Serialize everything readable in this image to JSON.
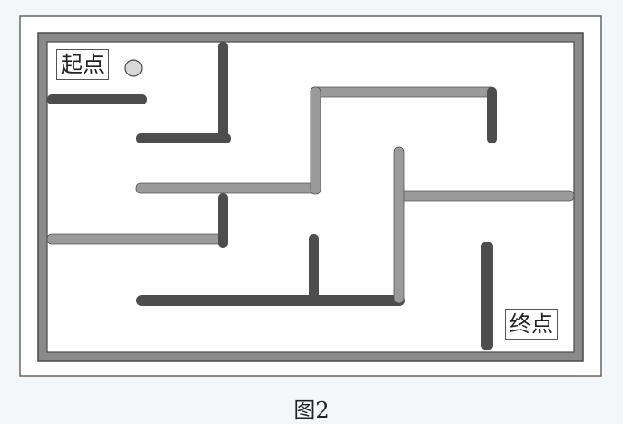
{
  "maze": {
    "start_label": "起点",
    "end_label": "终点"
  },
  "figure": {
    "caption": "图2"
  },
  "colors": {
    "background": "#f4f7fa",
    "outer_board": "#ffffff",
    "frame": "#8a8a8a",
    "frame_edge": "#4a4a4a",
    "wall_dark": "#4d4d4d",
    "wall_light": "#9a9a9a",
    "ball": "#d8d8d8"
  },
  "legend": {
    "ball": "ball-icon"
  }
}
